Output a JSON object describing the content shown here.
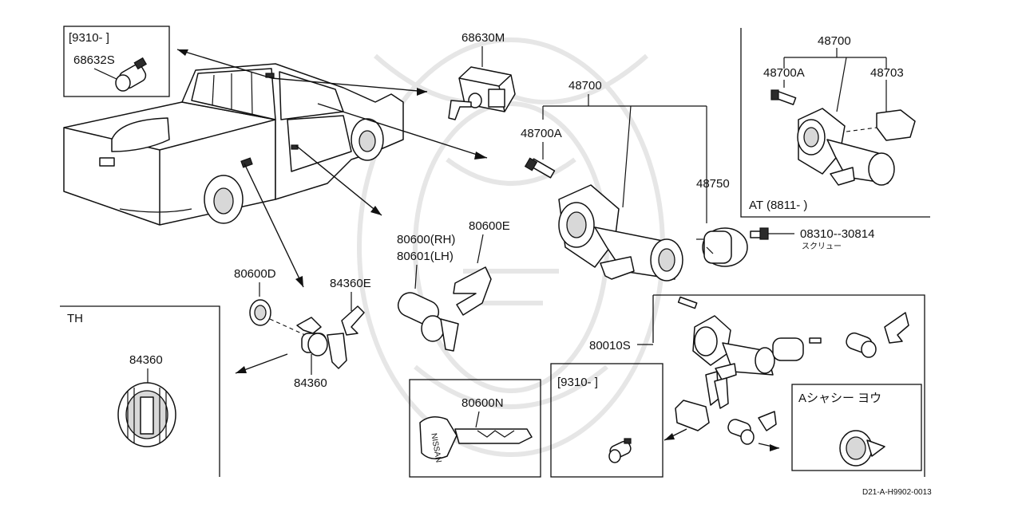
{
  "diagram": {
    "labels": {
      "box_9310_top": "[9310-        ]",
      "p68632s": "68632S",
      "p68630m": "68630M",
      "p48700_main": "48700",
      "p48700a_main": "48700A",
      "p48750": "48750",
      "p08310": "08310--30814",
      "screw_jp": "スクリュー",
      "p48700_at": "48700",
      "p48700a_at": "48700A",
      "p48703": "48703",
      "at_range": "AT (8811-        )",
      "th": "TH",
      "p84360_th": "84360",
      "p80600d": "80600D",
      "p84360e": "84360E",
      "p84360": "84360",
      "p80600rh": "80600(RH)",
      "p80601lh": "80601(LH)",
      "p80600e": "80600E",
      "p80600n": "80600N",
      "p80010s": "80010S",
      "box_9310_bottom": "[9310-        ]",
      "a_chassis": "Aシャシー ヨウ",
      "key_brand": "NISSAN",
      "ref": "D21-A-H9902-0013"
    }
  }
}
